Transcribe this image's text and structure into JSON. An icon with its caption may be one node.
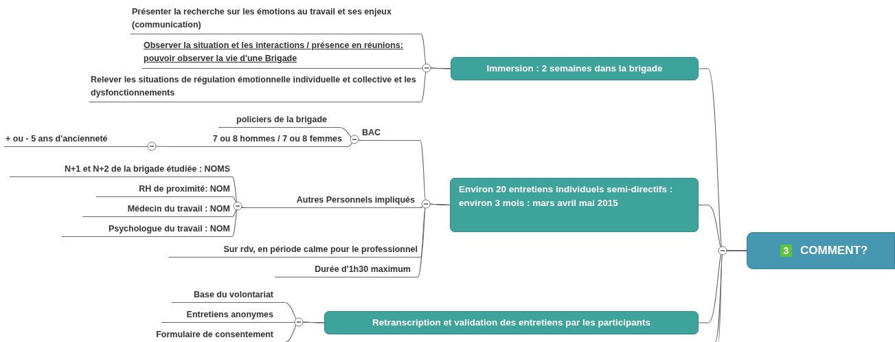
{
  "diagram": {
    "nodes": [
      {
        "text": [
          "Présenter la recherche sur les émotions au travail et ses enjeux (communication)"
        ]
      },
      {
        "text": [
          "Observer la situation et les interactions / présence en réunions: pouvoir observer la vie d'une Brigade"
        ]
      },
      {
        "text": [
          "Relever les situations de régulation émotionnelle individuelle et collective et les dysfonctionnements"
        ]
      },
      {
        "text": [
          "Immersion : 2 semaines dans la brigade"
        ]
      },
      {
        "text": [
          "policiers de la brigade"
        ]
      },
      {
        "text": [
          "+ ou - 5 ans d'ancienneté"
        ]
      },
      {
        "text": [
          "7 ou 8 hommes / 7 ou 8 femmes"
        ]
      },
      {
        "text": [
          "BAC"
        ]
      },
      {
        "text": [
          "N+1 et N+2 de la brigade étudiée : NOMS"
        ]
      },
      {
        "text": [
          "RH de proximité: NOM"
        ]
      },
      {
        "text": [
          "Médecin du travail : NOM"
        ]
      },
      {
        "text": [
          "Psychologue du travail : NOM"
        ]
      },
      {
        "text": [
          "Autres Personnels impliqués"
        ]
      },
      {
        "text": [
          "Environ 20 entretiens individuels semi-directifs : environ 3 mois : mars avril mai 2015"
        ]
      },
      {
        "text": [
          "Sur rdv, en période calme pour le professionnel"
        ]
      },
      {
        "text": [
          "Durée d'1h30 maximum"
        ]
      },
      {
        "text": [
          "3",
          "COMMENT?"
        ]
      },
      {
        "text": [
          "Base du volontariat"
        ]
      },
      {
        "text": [
          "Entretiens anonymes"
        ]
      },
      {
        "text": [
          "Retranscription et validation des entretiens par les participants"
        ]
      },
      {
        "text": [
          "Formulaire de consentement"
        ]
      }
    ],
    "edges": [
      {
        "from": 16,
        "to": 3,
        "arrow": "none"
      },
      {
        "from": 3,
        "to": 0,
        "arrow": "none"
      },
      {
        "from": 3,
        "to": 1,
        "arrow": "none"
      },
      {
        "from": 3,
        "to": 2,
        "arrow": "none"
      },
      {
        "from": 16,
        "to": 13,
        "arrow": "none"
      },
      {
        "from": 13,
        "to": 7,
        "arrow": "none"
      },
      {
        "from": 7,
        "to": 4,
        "arrow": "none"
      },
      {
        "from": 7,
        "to": 6,
        "arrow": "none"
      },
      {
        "from": 6,
        "to": 5,
        "arrow": "none"
      },
      {
        "from": 13,
        "to": 12,
        "arrow": "none"
      },
      {
        "from": 12,
        "to": 8,
        "arrow": "none"
      },
      {
        "from": 12,
        "to": 9,
        "arrow": "none"
      },
      {
        "from": 12,
        "to": 10,
        "arrow": "none"
      },
      {
        "from": 12,
        "to": 11,
        "arrow": "none"
      },
      {
        "from": 13,
        "to": 14,
        "arrow": "none"
      },
      {
        "from": 13,
        "to": 15,
        "arrow": "none"
      },
      {
        "from": 16,
        "to": 19,
        "arrow": "none"
      },
      {
        "from": 19,
        "to": 17,
        "arrow": "none"
      },
      {
        "from": 19,
        "to": 18,
        "arrow": "none"
      },
      {
        "from": 19,
        "to": 20,
        "arrow": "none"
      },
      {
        "from": 16,
        "to": null,
        "arrow": "none"
      },
      {
        "from": 16,
        "to": null,
        "arrow": "none"
      }
    ]
  }
}
